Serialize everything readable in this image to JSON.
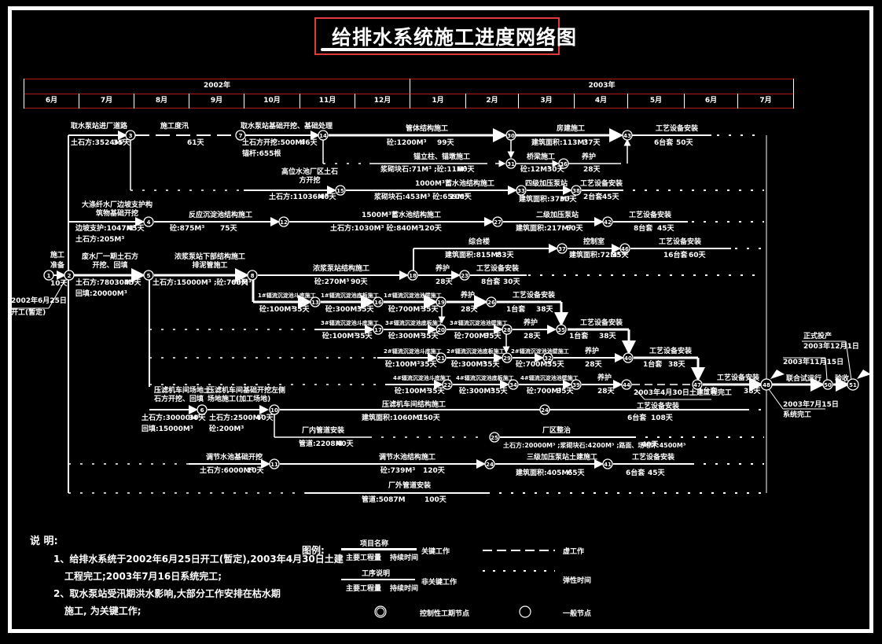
{
  "title": "给排水系统施工进度网络图",
  "timeline": {
    "years": [
      {
        "label": "2002年",
        "months": [
          "6月",
          "7月",
          "8月",
          "9月",
          "10月",
          "11月",
          "12月"
        ]
      },
      {
        "label": "2003年",
        "months": [
          "1月",
          "2月",
          "3月",
          "4月",
          "5月",
          "6月",
          "7月"
        ]
      }
    ]
  },
  "start": {
    "prep_label_1": "施工",
    "prep_label_2": "准备",
    "prep_duration": "10天",
    "start_date": "2002年6月25日",
    "start_note": "开工(暂定)"
  },
  "activities": [
    {
      "id": "a1",
      "name": "取水泵站进厂道路",
      "qty": "土石方:3524M³",
      "dur": "35天"
    },
    {
      "id": "a2",
      "name": "施工度汛",
      "qty": "",
      "dur": "61天"
    },
    {
      "id": "a3",
      "name": "取水泵站基础开挖、基础处理",
      "qty": "土石方开挖:500M³",
      "qty2": "锚杆:655根",
      "dur": "46天"
    },
    {
      "id": "a4",
      "name": "管体结构施工",
      "qty": "砼:1200M³",
      "dur": "99天"
    },
    {
      "id": "a5",
      "name": "房建施工",
      "qty": "建筑面积:113M²",
      "dur": "37天"
    },
    {
      "id": "a6",
      "name": "工艺设备安装",
      "qty": "6台套",
      "dur": "50天"
    },
    {
      "id": "a7",
      "name": "锚立柱、锚墩施工",
      "qty": "浆砌块石:71M³ ;砼:11M³",
      "dur": "60天"
    },
    {
      "id": "a8",
      "name": "桥梁施工",
      "qty": "砼:12M³",
      "dur": "30天"
    },
    {
      "id": "a9",
      "name": "养护",
      "qty": "",
      "dur": "28天"
    },
    {
      "id": "a10",
      "name": "高位水池厂区土石方开挖",
      "qty": "土石方:11036M³",
      "dur": "40天"
    },
    {
      "id": "a11",
      "name": "1000M³蓄水池结构施工",
      "qty": "浆砌块石:453M³ 砼:659M³",
      "dur": "100天"
    },
    {
      "id": "a12",
      "name": "四级加压泵站",
      "qty": "建筑面积:37M²",
      "dur": "30天"
    },
    {
      "id": "a13",
      "name": "工艺设备安装",
      "qty": "2台套",
      "dur": "45天"
    },
    {
      "id": "a14",
      "name": "大涤纤水厂边坡支护构筑物基础开挖",
      "qty": "边坡支护:1047M³",
      "qty2": "土石方:205M³",
      "dur": "45天"
    },
    {
      "id": "a15",
      "name": "反应沉淀池结构施工",
      "qty": "砼:875M³",
      "dur": "75天"
    },
    {
      "id": "a16",
      "name": "1500M³蓄水池结构施工",
      "qty": "土石方:1030M³ 砼:840M³",
      "dur": "120天"
    },
    {
      "id": "a17",
      "name": "二级加压泵站",
      "qty": "建筑面积:217M²",
      "dur": "60天"
    },
    {
      "id": "a18",
      "name": "工艺设备安装",
      "qty": "8台套",
      "dur": "45天"
    },
    {
      "id": "a19",
      "name": "废水厂一期土石方开挖、回填",
      "qty": "土石方:78030M³",
      "qty2": "回填:20000M³",
      "dur": "45天"
    },
    {
      "id": "a20",
      "name": "浓浆泵站下部结构施工排泥管施工",
      "qty": "土石方:15000M³ ;砼:700M³",
      "dur": "68天"
    },
    {
      "id": "a21",
      "name": "浓浆泵站结构施工",
      "qty": "砼:270M³",
      "dur": "90天"
    },
    {
      "id": "a22",
      "name": "综合楼",
      "qty": "建筑面积:815M²",
      "dur": "83天"
    },
    {
      "id": "a23",
      "name": "控制室",
      "qty": "建筑面积:72M²",
      "dur": "35天"
    },
    {
      "id": "a24",
      "name": "工艺设备安装",
      "qty": "16台套",
      "dur": "60天"
    },
    {
      "id": "a25",
      "name": "养护",
      "qty": "",
      "dur": "28天"
    },
    {
      "id": "a26",
      "name": "工艺设备安装",
      "qty": "8台套",
      "dur": "30天"
    },
    {
      "id": "a27",
      "name": "1#辐流沉淀池斗底施工",
      "qty": "砼:100M³",
      "dur": "35天"
    },
    {
      "id": "a28",
      "name": "1#辐流沉淀池底板施工",
      "qty": "砼:300M³",
      "dur": "35天"
    },
    {
      "id": "a29",
      "name": "1#辐流沉淀池池壁施工",
      "qty": "砼:700M³",
      "dur": "35天"
    },
    {
      "id": "a30",
      "name": "养护",
      "qty": "",
      "dur": "28天"
    },
    {
      "id": "a31",
      "name": "工艺设备安装",
      "qty": "1台套",
      "dur": "38天"
    },
    {
      "id": "a32",
      "name": "3#辐流沉淀池斗底施工",
      "qty": "砼:100M³",
      "dur": "35天"
    },
    {
      "id": "a33",
      "name": "3#辐流沉淀池底板施工",
      "qty": "砼:300M³",
      "dur": "35天"
    },
    {
      "id": "a34",
      "name": "3#辐流沉淀池池壁施工",
      "qty": "砼:700M³",
      "dur": "35天"
    },
    {
      "id": "a35",
      "name": "养护",
      "qty": "",
      "dur": "28天"
    },
    {
      "id": "a36",
      "name": "工艺设备安装",
      "qty": "1台套",
      "dur": "38天"
    },
    {
      "id": "a37",
      "name": "2#辐流沉淀池斗底施工",
      "qty": "砼:100M³",
      "dur": "35天"
    },
    {
      "id": "a38",
      "name": "2#辐流沉淀池底板施工",
      "qty": "砼:300M³",
      "dur": "35天"
    },
    {
      "id": "a39",
      "name": "2#辐流沉淀池池壁施工",
      "qty": "砼:700M³",
      "dur": "35天"
    },
    {
      "id": "a40",
      "name": "养护",
      "qty": "",
      "dur": "28天"
    },
    {
      "id": "a41",
      "name": "工艺设备安装",
      "qty": "1台套",
      "dur": "38天"
    },
    {
      "id": "a42",
      "name": "4#辐流沉淀池斗底施工",
      "qty": "砼:100M³",
      "dur": "35天"
    },
    {
      "id": "a43",
      "name": "4#辐流沉淀池底板施工",
      "qty": "砼:300M³",
      "dur": "35天"
    },
    {
      "id": "a44",
      "name": "4#辐流沉淀池池壁施工",
      "qty": "砼:700M³",
      "dur": "35天"
    },
    {
      "id": "a45",
      "name": "养护",
      "qty": "",
      "dur": "28天"
    },
    {
      "id": "a46",
      "name": "工艺设备安装",
      "qty": "1台套",
      "dur": "38天"
    },
    {
      "id": "a47",
      "name": "压滤机车间场地土石方开挖、回填",
      "qty": "土石方:30000M³",
      "qty2": "回填:15000M³",
      "dur": "30天"
    },
    {
      "id": "a48",
      "name": "压滤机车间基础开挖左侧场地施工(加工场地)",
      "qty": "土石方:2500M³",
      "qty2": "砼:200M³",
      "dur": "40天"
    },
    {
      "id": "a49",
      "name": "压滤机车间结构施工",
      "qty": "建筑面积:1060M²",
      "dur": "150天"
    },
    {
      "id": "a50",
      "name": "工艺设备安装",
      "qty": "6台套",
      "dur": "108天"
    },
    {
      "id": "a51",
      "name": "厂内管道安装",
      "qty": "管道:2208M",
      "dur": "40天"
    },
    {
      "id": "a52",
      "name": "厂区整治",
      "qty": "土石方:20000M³ ;浆砌块石:4200M³ ;路面、场地坪:4500M³",
      "dur": "40天"
    },
    {
      "id": "a53",
      "name": "调节水池基础开挖",
      "qty": "土石方:6000M³",
      "dur": "20天"
    },
    {
      "id": "a54",
      "name": "调节水池结构施工",
      "qty": "砼:739M³",
      "dur": "120天"
    },
    {
      "id": "a55",
      "name": "三级加压泵站土建施工",
      "qty": "建筑面积:405M²",
      "dur": "65天"
    },
    {
      "id": "a56",
      "name": "工艺设备安装",
      "qty": "6台套",
      "dur": "45天"
    },
    {
      "id": "a57",
      "name": "厂外管道安装",
      "qty": "管道:5087M",
      "dur": "100天"
    },
    {
      "id": "a58",
      "name": "联合试运行",
      "qty": "",
      "dur": ""
    },
    {
      "id": "a59",
      "name": "验收",
      "qty": "",
      "dur": ""
    }
  ],
  "milestones": {
    "civil_done": "2003年4月30日土建工程完工",
    "system_done_date": "2003年7月15日",
    "system_done_label": "系统完工",
    "trial_date": "2003年11月15日",
    "production_label": "正式投产",
    "production_date": "2003年12月1日"
  },
  "nodes": [
    "1",
    "2",
    "3",
    "4",
    "5",
    "6",
    "7",
    "8",
    "10",
    "11",
    "12",
    "13",
    "14",
    "15",
    "16",
    "17",
    "18",
    "19",
    "21",
    "22",
    "23",
    "24",
    "25",
    "26",
    "27",
    "28",
    "29",
    "30",
    "31",
    "32",
    "33",
    "34",
    "35",
    "36",
    "37",
    "38",
    "39",
    "40",
    "41",
    "42",
    "43",
    "44",
    "45",
    "46",
    "47",
    "48",
    "49",
    "50",
    "51"
  ],
  "notes": {
    "heading": "说 明:",
    "items": [
      {
        "line1": "1、给排水系统于2002年6月25日开工(暂定),2003年4月30日土建",
        "line2": "工程完工;2003年7月16日系统完工;"
      },
      {
        "line1": "2、取水泵站受汛期洪水影响,大部分工作安排在枯水期",
        "line2": "施工, 为关键工作;"
      }
    ]
  },
  "legend": {
    "heading": "图例:",
    "critical": {
      "top": "项目名称",
      "bottom_left": "主要工程量",
      "bottom_right": "持续时间",
      "label": "关键工作"
    },
    "noncritical": {
      "top": "工序说明",
      "bottom_left": "主要工程量",
      "bottom_right": "持续时间",
      "label": "非关键工作"
    },
    "dummy": {
      "label": "虚工作"
    },
    "float": {
      "label": "弹性时间"
    },
    "control_node": {
      "label": "控制性工期节点"
    },
    "general_node": {
      "label": "一般节点"
    }
  },
  "colors": {
    "background": "#000000",
    "lines": "#ffffff",
    "timeline_grid": "#b01818",
    "title_border": "#e03a3a"
  }
}
